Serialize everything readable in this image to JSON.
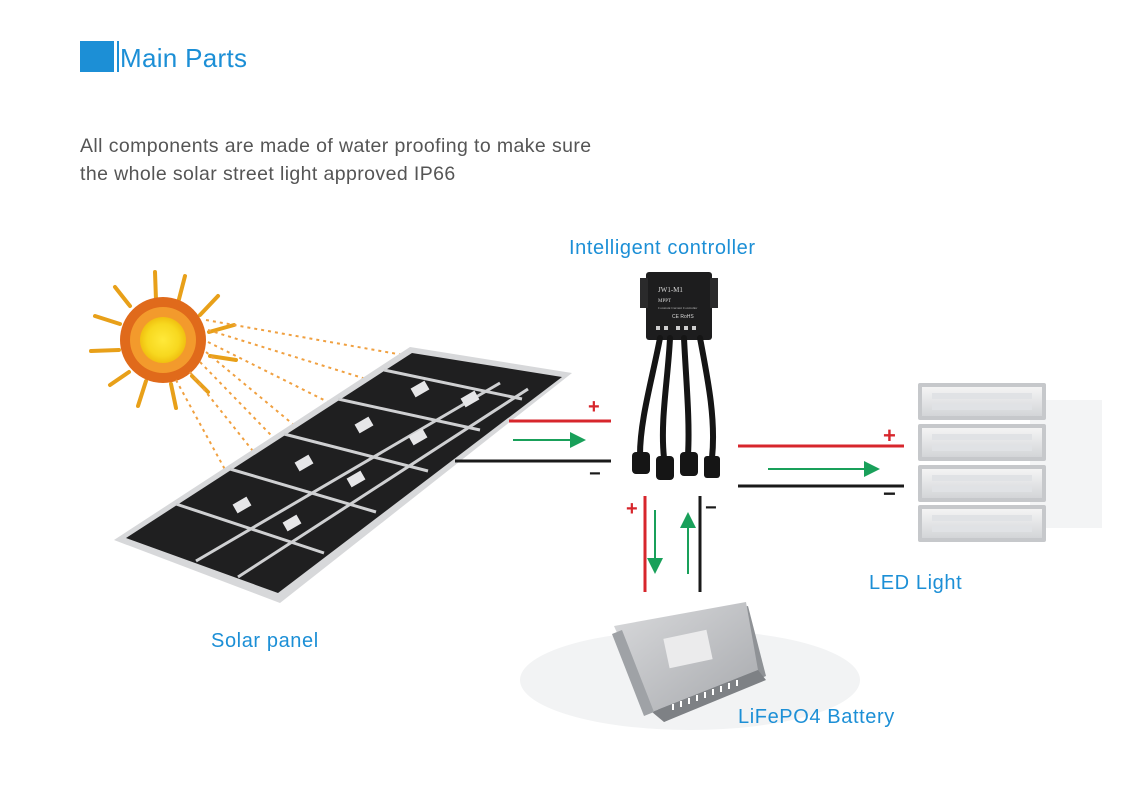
{
  "title": "Main Parts",
  "description": {
    "line1": "All components are made of water proofing to make sure",
    "line2": "the whole solar street light approved IP66"
  },
  "components": {
    "controller": "Intelligent  controller",
    "solar_panel": "Solar panel",
    "led_light": "LED Light",
    "battery": "LiFePO4 Battery"
  },
  "controller_text": {
    "model": "JW1-M1",
    "line2": "MPPT",
    "line3": "Constant Current Controller",
    "marks": "CE  RoHS"
  },
  "terminals": {
    "plus": "+",
    "minus": "−"
  },
  "colors": {
    "accent": "#1c8fd6",
    "positive": "#d7262c",
    "negative": "#1a1a1a",
    "flow": "#19a05a",
    "sun_ray": "#e8a019"
  }
}
